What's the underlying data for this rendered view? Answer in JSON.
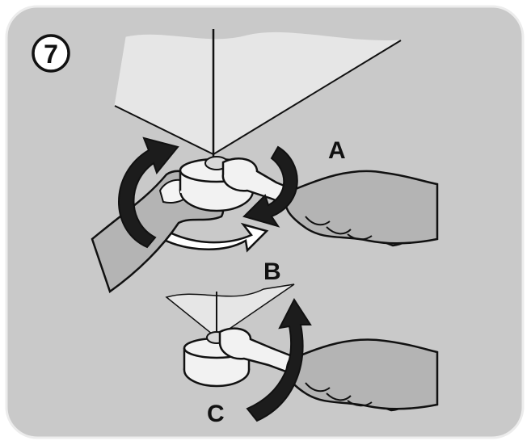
{
  "step": {
    "number": "7"
  },
  "labels": {
    "a": "A",
    "b": "B",
    "c": "C"
  },
  "colors": {
    "panel_bg": "#c9c9c9",
    "panel_border": "#ececec",
    "ink": "#111111",
    "hand": "#b4b4b4",
    "sail": "#e6e6e6",
    "arrow_dark": "#1c1c1c",
    "arrow_light": "#ffffff",
    "metal": "#f2f2f2"
  },
  "icons": {
    "step_badge": "circled-number-icon",
    "arrows": [
      "rotate-cw-arrow-icon",
      "rotate-ccw-arrow-icon",
      "swing-right-arrow-icon",
      "swing-up-arrow-icon"
    ],
    "tools": [
      "wrench-icon",
      "wrench-icon"
    ],
    "hands": [
      "hand-icon",
      "hand-icon",
      "hand-icon"
    ]
  }
}
